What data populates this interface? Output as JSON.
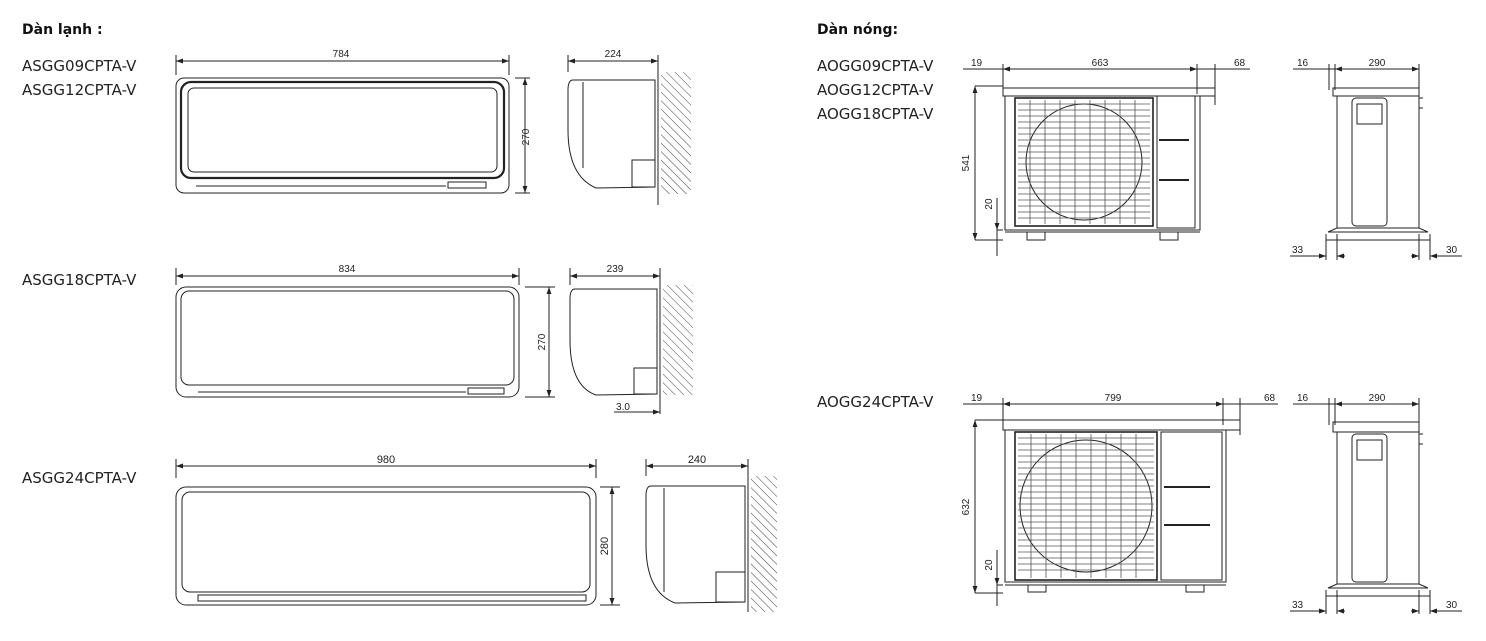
{
  "indoor": {
    "heading": "Dàn lạnh :",
    "groups": [
      {
        "models": [
          "ASGG09CPTA-V",
          "ASGG12CPTA-V"
        ],
        "width": "784",
        "height": "270",
        "depth": "224"
      },
      {
        "models": [
          "ASGG18CPTA-V"
        ],
        "width": "834",
        "height": "270",
        "depth": "239",
        "clearance": "3.0"
      },
      {
        "models": [
          "ASGG24CPTA-V"
        ],
        "width": "980",
        "height": "280",
        "depth": "240"
      }
    ]
  },
  "outdoor": {
    "heading": "Dàn nóng:",
    "groups": [
      {
        "models": [
          "AOGG09CPTA-V",
          "AOGG12CPTA-V",
          "AOGG18CPTA-V"
        ],
        "left_offset": "19",
        "width": "663",
        "right_offset": "68",
        "height": "541",
        "foot": "20",
        "side_offset": "16",
        "depth": "290",
        "foot_left": "33",
        "foot_right": "30"
      },
      {
        "models": [
          "AOGG24CPTA-V"
        ],
        "left_offset": "19",
        "width": "799",
        "right_offset": "68",
        "height": "632",
        "foot": "20",
        "side_offset": "16",
        "depth": "290",
        "foot_left": "33",
        "foot_right": "30"
      }
    ]
  },
  "colors": {
    "line": "#222222",
    "hatch": "#444444"
  }
}
